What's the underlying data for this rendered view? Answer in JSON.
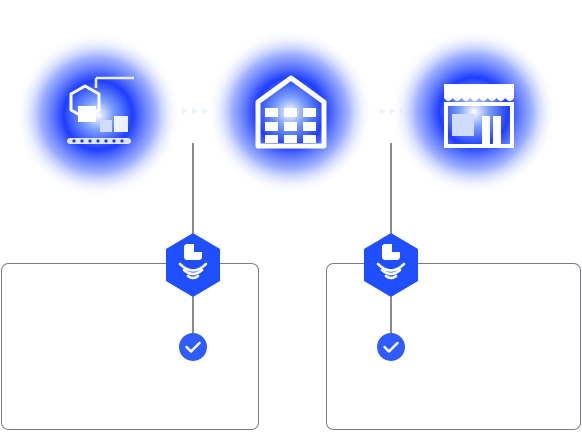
{
  "diagram": {
    "stages": [
      {
        "id": "factory",
        "icon": "factory-robot-arm-icon"
      },
      {
        "id": "warehouse",
        "icon": "warehouse-icon"
      },
      {
        "id": "store",
        "icon": "retail-store-icon"
      }
    ],
    "connectors": [
      {
        "from": "factory",
        "to": "warehouse",
        "icon": "arrow-chevrons-icon"
      },
      {
        "from": "warehouse",
        "to": "store",
        "icon": "arrow-chevrons-icon"
      }
    ],
    "checkpoints": [
      {
        "icon": "rfid-tag-scan-icon",
        "status": "verified",
        "status_icon": "check-icon"
      },
      {
        "icon": "rfid-tag-scan-icon",
        "status": "verified",
        "status_icon": "check-icon"
      }
    ],
    "colors": {
      "accent": "#2f5bff",
      "glow": "#1f3dff",
      "icon_fill": "#ffffff",
      "panel_border": "#7a7a85",
      "line": "#1a1a22",
      "background": "#ffffff"
    }
  }
}
